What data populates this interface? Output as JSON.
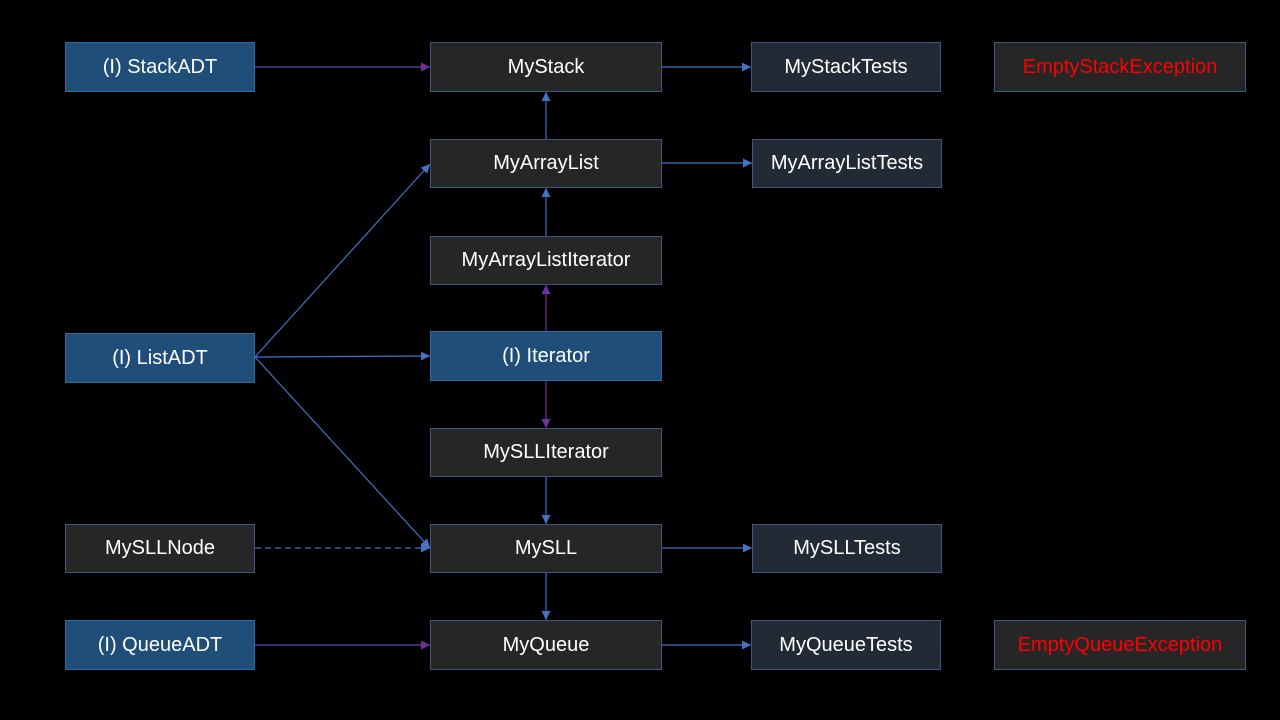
{
  "nodes": {
    "stack_adt": "(I) StackADT",
    "my_stack": "MyStack",
    "my_stack_tests": "MyStackTests",
    "empty_stack_exception": "EmptyStackException",
    "my_array_list": "MyArrayList",
    "my_array_list_tests": "MyArrayListTests",
    "my_array_list_iterator": "MyArrayListIterator",
    "list_adt": "(I) ListADT",
    "iterator": "(I) Iterator",
    "my_sll_iterator": "MySLLIterator",
    "my_sll_node": "MySLLNode",
    "my_sll": "MySLL",
    "my_sll_tests": "MySLLTests",
    "queue_adt": "(I) QueueADT",
    "my_queue": "MyQueue",
    "my_queue_tests": "MyQueueTests",
    "empty_queue_exception": "EmptyQueueException"
  },
  "colors": {
    "background": "#000000",
    "interface_fill": "#1f4e79",
    "class_fill": "#262626",
    "test_fill": "#222a35",
    "exception_text": "#ff0000",
    "arrow_blue": "#4472c4",
    "arrow_purple": "#7030a0"
  }
}
